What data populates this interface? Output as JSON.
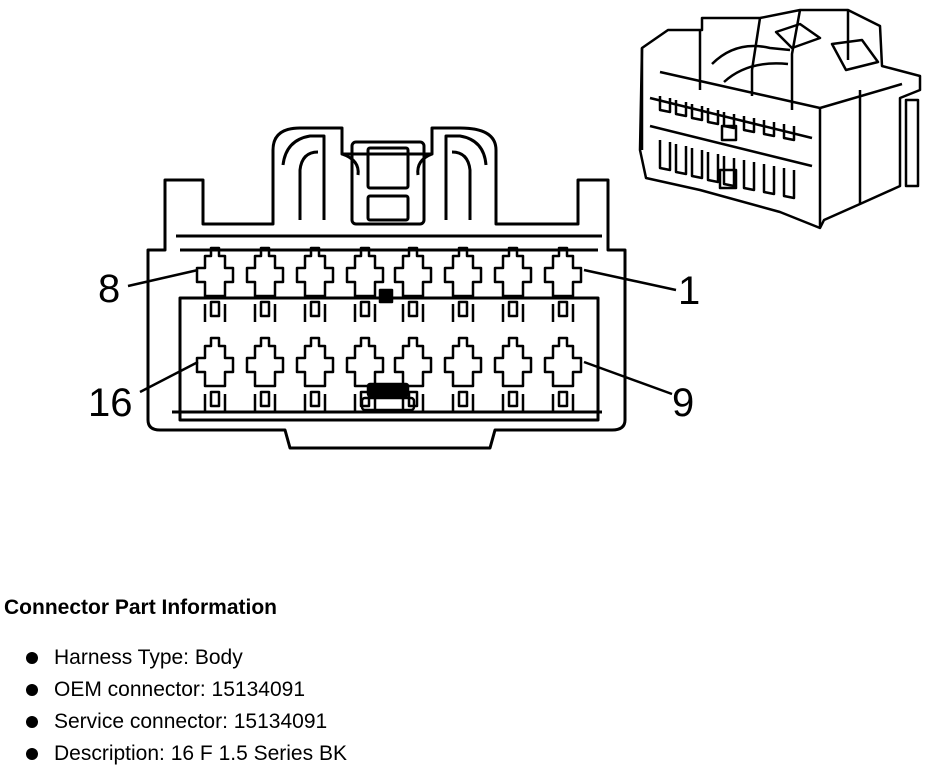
{
  "diagram": {
    "pin_labels": {
      "top_left": "8",
      "top_right": "1",
      "bottom_left": "16",
      "bottom_right": "9"
    }
  },
  "info": {
    "title": "Connector Part Information",
    "items": [
      "Harness Type: Body",
      "OEM connector: 15134091",
      "Service connector: 15134091",
      "Description: 16 F 1.5 Series BK"
    ]
  }
}
